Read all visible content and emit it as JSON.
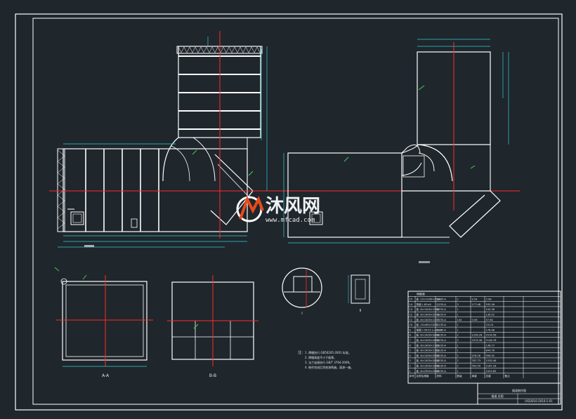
{
  "watermark": {
    "brand_cn": "沐风网",
    "url": "www.mfcad.com"
  },
  "views": {
    "section_aa_label": "A-A",
    "section_bb_label": "B-B",
    "detail_1_label": "I",
    "detail_2_label": "II"
  },
  "notes": {
    "heading": "注：",
    "lines": [
      "1. 焊缝执行 GB50205-2001 标准。",
      "2. 焊缝高度不小于板厚。",
      "3. 法兰连接执行 GB/T 3764-2009。",
      "4. 制作完成后涂底漆两遍，面漆一遍。"
    ]
  },
  "bom": {
    "title_row": "明细表",
    "header": [
      "序号",
      "名称及规格",
      "材料",
      "数量",
      "单重",
      "总重",
      "备注"
    ],
    "rows": [
      [
        "15",
        "板 -10×1000×1500",
        "Q235-A",
        "2",
        "3.54",
        "5.08",
        ""
      ],
      [
        "14",
        "角钢 ∟63×6",
        "Q235-A",
        "3",
        "177.48",
        "532.36",
        ""
      ],
      [
        "13",
        "板 -6×1400×1560",
        "Q235-A",
        "1",
        "",
        "104.36",
        ""
      ],
      [
        "12",
        "板 -6×1400×2070",
        "Q235-A",
        "1",
        "",
        "136.52",
        ""
      ],
      [
        "11",
        "板 -6×1400×1177",
        "Q235-A",
        "144",
        "0.06",
        "57.64",
        ""
      ],
      [
        "10",
        "板 -10×60×1200",
        "Q235-A",
        "1",
        "",
        "151.8",
        ""
      ],
      [
        "9",
        "角钢 ∟50×5 L=3500",
        "Q235-A",
        "1",
        "",
        "178.48",
        ""
      ],
      [
        "8",
        "板 -6×1400×2800",
        "Q235-A",
        "2",
        "1258.28",
        "2516.56",
        ""
      ],
      [
        "7",
        "板 -6×1400×2800",
        "Q235-A",
        "2",
        "1074.38",
        "2148.76",
        ""
      ],
      [
        "6",
        "板 -6×1400×1785",
        "Q235-A",
        "1",
        "",
        "136.77",
        ""
      ],
      [
        "5",
        "板 -6×1400×1785",
        "Q235-A",
        "1",
        "",
        "844.76",
        ""
      ],
      [
        "4",
        "板 -6×1400×2800",
        "Q235-A",
        "2",
        "478.26",
        "956.52",
        ""
      ],
      [
        "3",
        "板 -6×1400×2800",
        "Q235-A",
        "2",
        "767.73",
        "1535.46",
        ""
      ],
      [
        "2",
        "板 -6×1400×1800",
        "Q235-A",
        "2",
        "593.59",
        "1187.18",
        ""
      ],
      [
        "1",
        "板 -6×2900×2880",
        "Q235-A",
        "1",
        "",
        "1053.85",
        ""
      ]
    ]
  },
  "title_block": {
    "project": "烟道制作图",
    "drawing_name": "烟道  总图",
    "drawing_no": "LYD2010-2010-1-01"
  },
  "colors": {
    "background": "#1f262c",
    "outline": "#ffffff",
    "centerline": "#ff2a2a",
    "dimension": "#2fd0d0",
    "leader": "#3ddc5a",
    "watermark_accent": "#e84a1c"
  }
}
